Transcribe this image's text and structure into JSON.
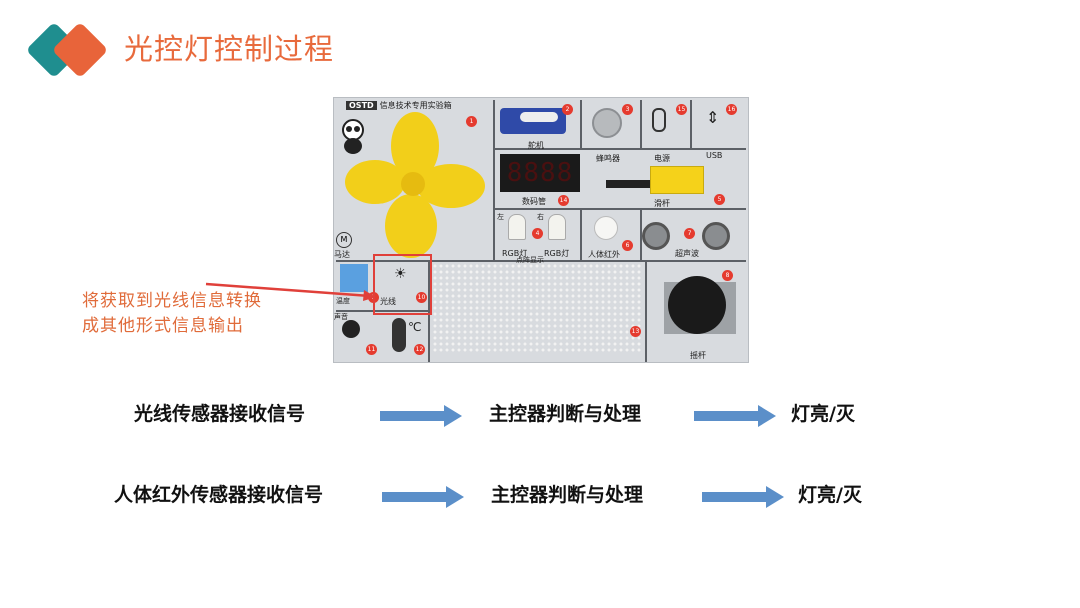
{
  "slide": {
    "title": "光控灯控制过程",
    "colors": {
      "logo_teal": "#1f8e8f",
      "logo_orange": "#e8643a",
      "title": "#e86a3c",
      "note": "#e06b3a",
      "arrow": "#5b8fc9",
      "highlight": "#e0403a"
    }
  },
  "board": {
    "brand": "OSTD",
    "header_title": "信息技术专用实验箱",
    "labels": {
      "servo": "舵机",
      "buzzer": "蜂鸣器",
      "power": "电源",
      "usb": "USB",
      "segment_display": "数码管",
      "slider": "滑杆",
      "rgb_light_1": "RGB灯",
      "rgb_light_2": "RGB灯",
      "pir": "人体红外",
      "ultrasonic": "超声波",
      "dot_matrix": "点阵显示",
      "motor": "马达",
      "temp_humidity": "温度",
      "light_sensor": "光线",
      "sound": "声音",
      "celsius": "℃",
      "joystick": "摇杆",
      "left": "左",
      "right": "右",
      "segment_digits": "8888"
    },
    "numbers": [
      "1",
      "2",
      "3",
      "15",
      "16",
      "14",
      "5",
      "4",
      "6",
      "7",
      "8",
      "9",
      "10",
      "11",
      "12",
      "13"
    ]
  },
  "annotation": {
    "line1": "将获取到光线信息转换",
    "line2": "成其他形式信息输出"
  },
  "flow": {
    "row1": {
      "input": "光线传感器接收信号",
      "process": "主控器判断与处理",
      "output": "灯亮/灭"
    },
    "row2": {
      "input": "人体红外传感器接收信号",
      "process": "主控器判断与处理",
      "output": "灯亮/灭"
    }
  }
}
